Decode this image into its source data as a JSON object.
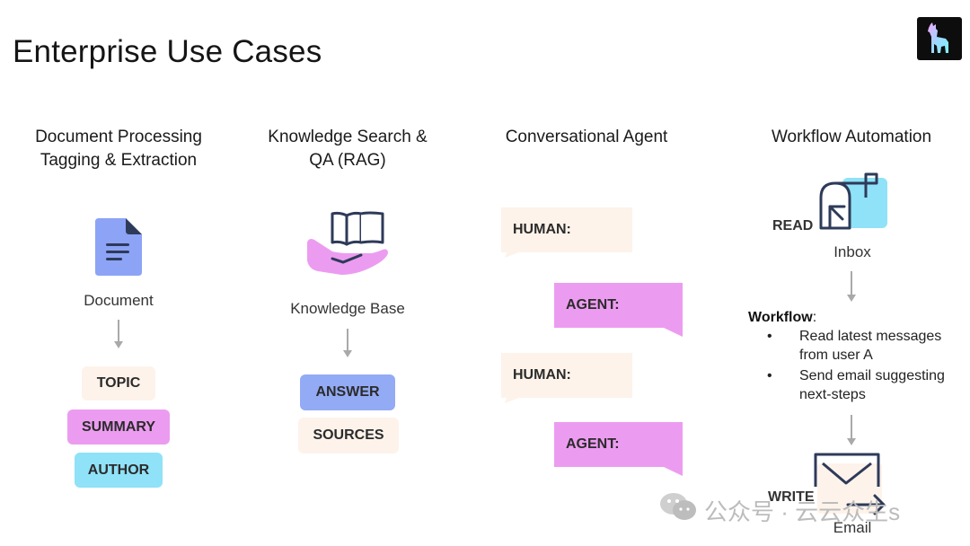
{
  "slide": {
    "title": "Enterprise Use Cases"
  },
  "columns": {
    "doc": {
      "heading_line1": "Document Processing",
      "heading_line2": "Tagging & Extraction",
      "caption": "Document",
      "tags": [
        "TOPIC",
        "SUMMARY",
        "AUTHOR"
      ]
    },
    "rag": {
      "heading_line1": "Knowledge Search &",
      "heading_line2": "QA (RAG)",
      "caption": "Knowledge Base",
      "outputs": [
        "ANSWER",
        "SOURCES"
      ]
    },
    "chat": {
      "heading": "Conversational Agent",
      "bubbles": [
        "HUMAN:",
        "AGENT:",
        "HUMAN:",
        "AGENT:"
      ]
    },
    "workflow": {
      "heading": "Workflow Automation",
      "read_label": "READ",
      "inbox_label": "Inbox",
      "workflow_label": "Workflow",
      "workflow_colon": ":",
      "steps": [
        {
          "line1": "Read latest messages",
          "line2": "from user A"
        },
        {
          "line1": "Send email suggesting",
          "line2": "next-steps"
        }
      ],
      "write_label": "WRITE",
      "email_label": "Email"
    }
  },
  "watermark": "公众号 · 云云众生s",
  "colors": {
    "peach": "#fdf3ea",
    "pink": "#ec9cf0",
    "blue": "#93aaf5",
    "cyan": "#8fe2f7",
    "doc_icon": "#8ca3f6",
    "navy": "#2e3a59"
  }
}
